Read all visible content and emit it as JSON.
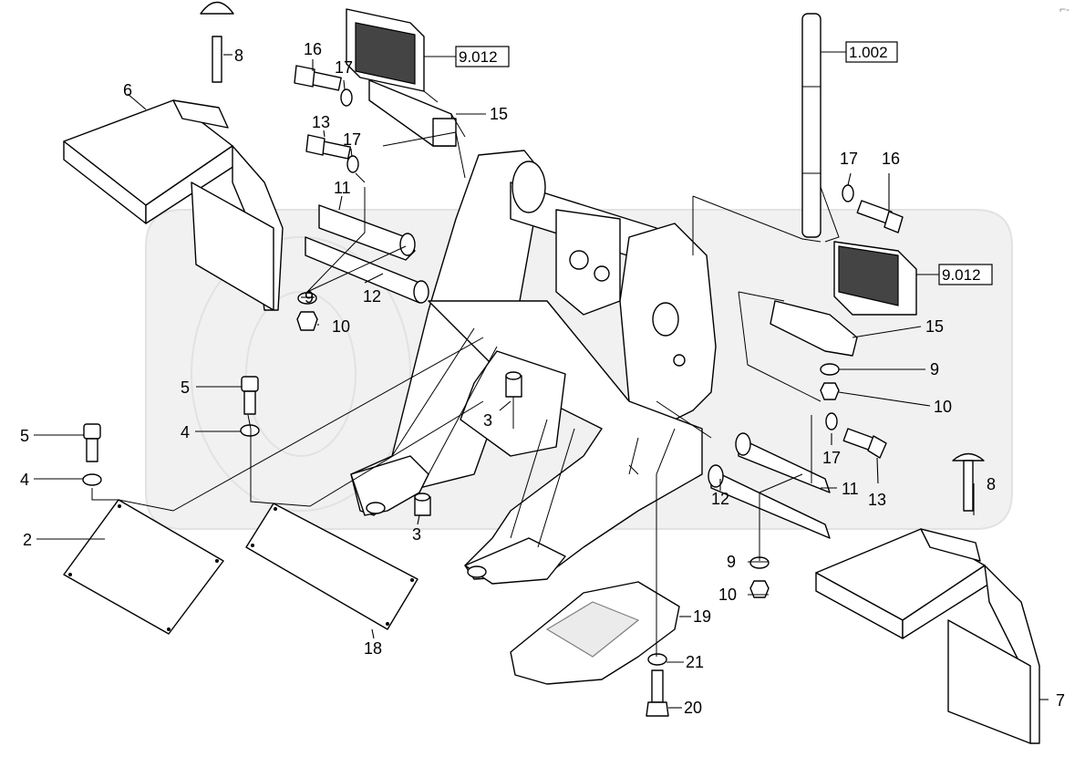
{
  "corner_mark": "⌐-",
  "parts": {
    "p2": "2",
    "p3a": "3",
    "p3b": "3",
    "p4a": "4",
    "p4b": "4",
    "p5a": "5",
    "p5b": "5",
    "p6": "6",
    "p7": "7",
    "p8a": "8",
    "p8b": "8",
    "p9a": "9",
    "p9b": "9",
    "p9c": "9",
    "p10a": "10",
    "p10b": "10",
    "p10c": "10",
    "p11a": "11",
    "p11b": "11",
    "p12a": "12",
    "p12b": "12",
    "p13a": "13",
    "p13b": "13",
    "p15a": "15",
    "p15b": "15",
    "p16a": "16",
    "p16b": "16",
    "p17a": "17",
    "p17b": "17",
    "p17c": "17",
    "p17d": "17",
    "p18": "18",
    "p19": "19",
    "p20": "20",
    "p21": "21"
  },
  "refs": {
    "r9012a": "9.012",
    "r9012b": "9.012",
    "r1002": "1.002"
  }
}
